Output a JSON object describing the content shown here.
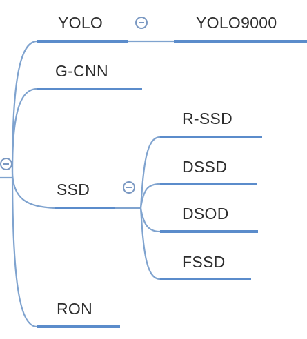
{
  "mindmap": {
    "root_branches": {
      "yolo": "YOLO",
      "gcnn": "G-CNN",
      "ssd": "SSD",
      "ron": "RON"
    },
    "yolo_children": {
      "yolo9000": "YOLO9000"
    },
    "ssd_children": {
      "rssd": "R-SSD",
      "dssd": "DSSD",
      "dsod": "DSOD",
      "fssd": "FSSD"
    },
    "collapse_icon": "minus-circle-icon",
    "colors": {
      "connector": "#7fa3cf",
      "underline": "#5b8ccb",
      "text": "#2d2d2d"
    }
  }
}
